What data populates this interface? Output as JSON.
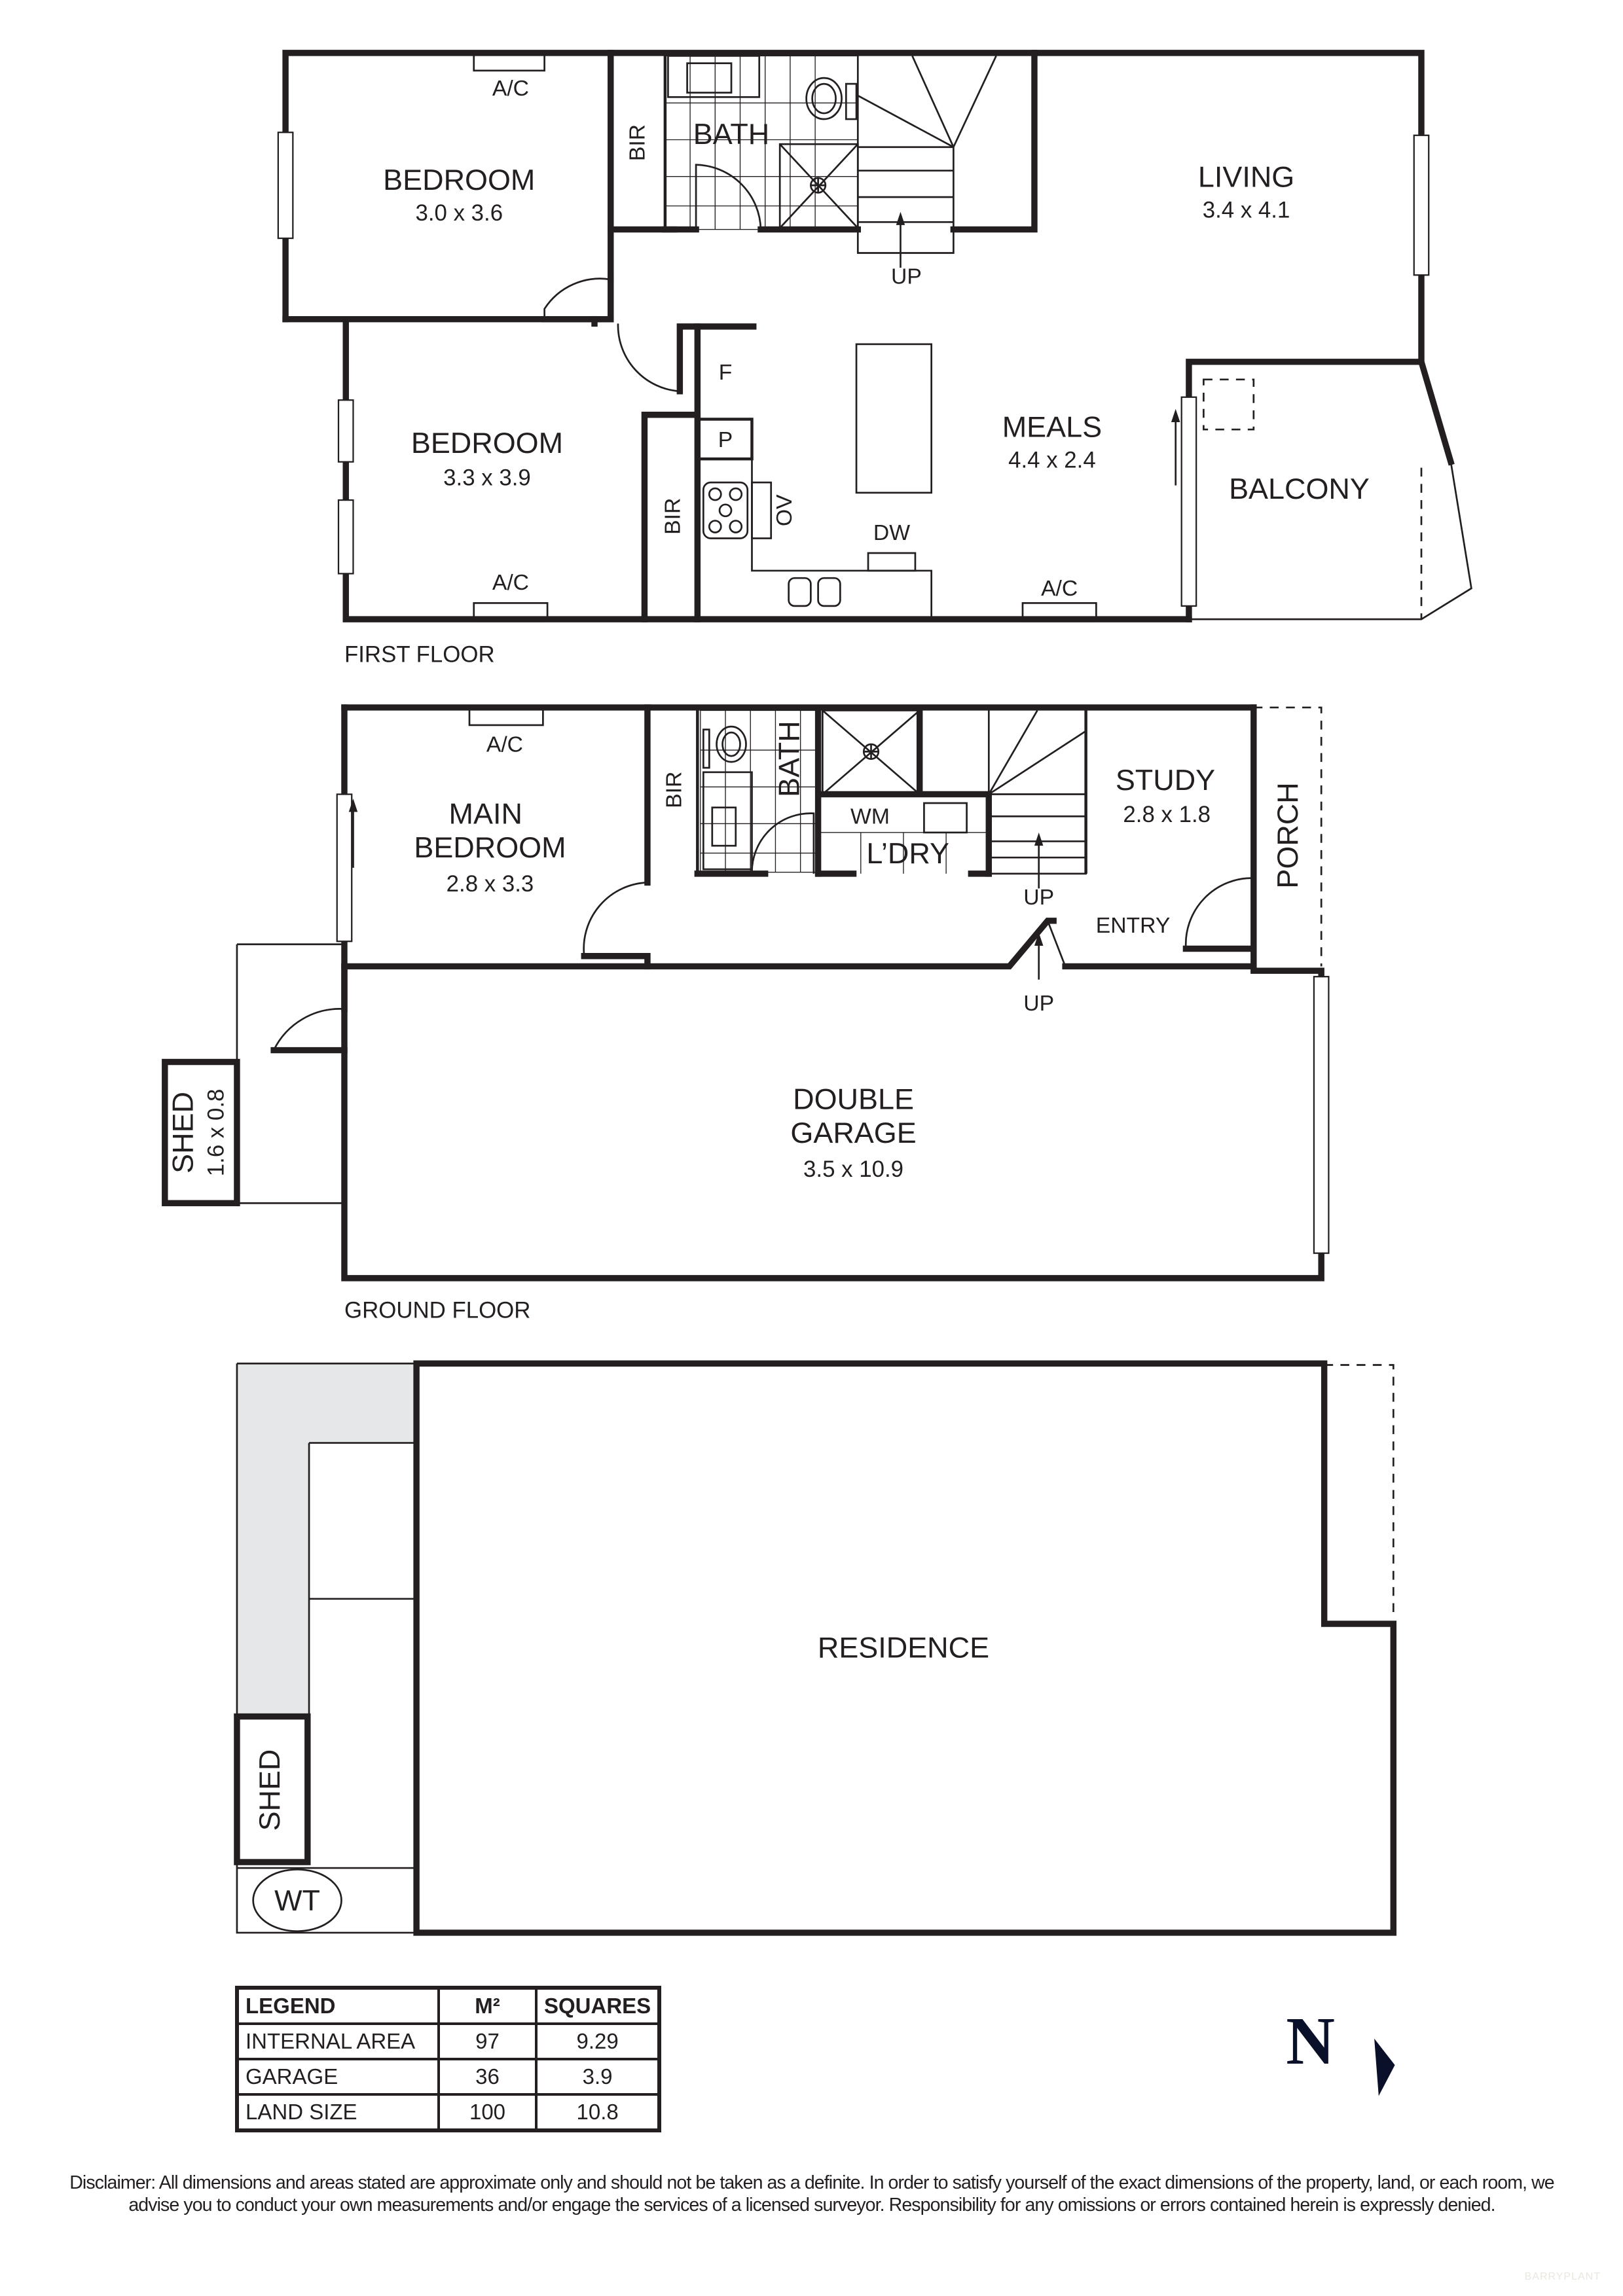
{
  "first_floor": {
    "caption": "FIRST FLOOR",
    "rooms": {
      "bedroom_1": {
        "name": "BEDROOM",
        "size": "3.0 x 3.6"
      },
      "bedroom_2": {
        "name": "BEDROOM",
        "size": "3.3 x 3.9"
      },
      "living": {
        "name": "LIVING",
        "size": "3.4 x 4.1"
      },
      "meals": {
        "name": "MEALS",
        "size": "4.4 x 2.4"
      },
      "balcony": {
        "name": "BALCONY"
      },
      "bath": {
        "name": "BATH"
      }
    },
    "fixtures": {
      "ac": "A/C",
      "bir": "BIR",
      "up": "UP",
      "fridge": "F",
      "pantry": "P",
      "oven": "OV",
      "dishwasher": "DW"
    }
  },
  "ground_floor": {
    "caption": "GROUND FLOOR",
    "rooms": {
      "main_bedroom_line1": "MAIN",
      "main_bedroom_line2": "BEDROOM",
      "main_bedroom_size": "2.8 x 3.3",
      "study": {
        "name": "STUDY",
        "size": "2.8 x 1.8"
      },
      "entry": "ENTRY",
      "porch": "PORCH",
      "bath": "BATH",
      "laundry": "L’DRY",
      "garage_line1": "DOUBLE",
      "garage_line2": "GARAGE",
      "garage_size": "3.5 x 10.9",
      "shed": {
        "name": "SHED",
        "size": "1.6 x 0.8"
      }
    },
    "fixtures": {
      "ac": "A/C",
      "bir": "BIR",
      "washing_machine": "WM",
      "up": "UP"
    }
  },
  "site_plan": {
    "residence": "RESIDENCE",
    "shed": "SHED",
    "water_tank": "WT",
    "shaded_fill": "#e6e7e8"
  },
  "legend": {
    "headers": [
      "LEGEND",
      "M²",
      "SQUARES"
    ],
    "rows": [
      {
        "label": "INTERNAL AREA",
        "m2": "97",
        "squares": "9.29"
      },
      {
        "label": "GARAGE",
        "m2": "36",
        "squares": "3.9"
      },
      {
        "label": "LAND SIZE",
        "m2": "100",
        "squares": "10.8"
      }
    ]
  },
  "north_indicator": {
    "letter": "N",
    "color": "#0a0f2a"
  },
  "disclaimer": {
    "text": "Disclaimer: All dimensions and areas stated are approximate only and should not be taken as a definite. In order to satisfy yourself of the exact dimensions of the property, land, or each room, we advise you to conduct your own measurements and/or engage the services of a licensed surveyor. Responsibility for any omissions or errors contained herein is expressly denied."
  },
  "watermark": "BARRYPLANT",
  "colors": {
    "line": "#231f20",
    "background": "#ffffff"
  }
}
